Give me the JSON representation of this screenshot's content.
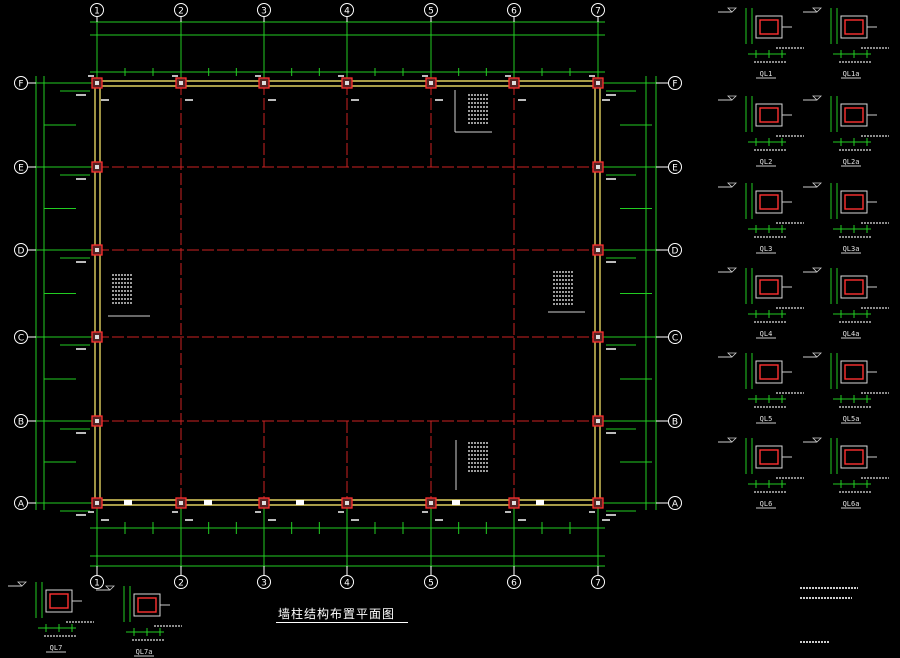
{
  "drawing": {
    "title": "墙柱结构布置平面图",
    "column_axes": [
      "1",
      "2",
      "3",
      "4",
      "5",
      "6",
      "7"
    ],
    "row_axes": [
      "F",
      "E",
      "D",
      "C",
      "B",
      "A"
    ],
    "detail_labels": [
      "QL1",
      "QL1a",
      "QL2",
      "QL2a",
      "QL3",
      "QL3a",
      "QL4",
      "QL4a",
      "QL5",
      "QL5a",
      "QL6",
      "QL6a",
      "QL7",
      "QL7a"
    ],
    "colors": {
      "background": "#000000",
      "dimension": "#22cc22",
      "axis_grid": "#cc2222",
      "wall": "#e0d060",
      "column_outline": "#ff3030",
      "bubble": "#ffffff",
      "text": "#e0e0e0"
    }
  }
}
